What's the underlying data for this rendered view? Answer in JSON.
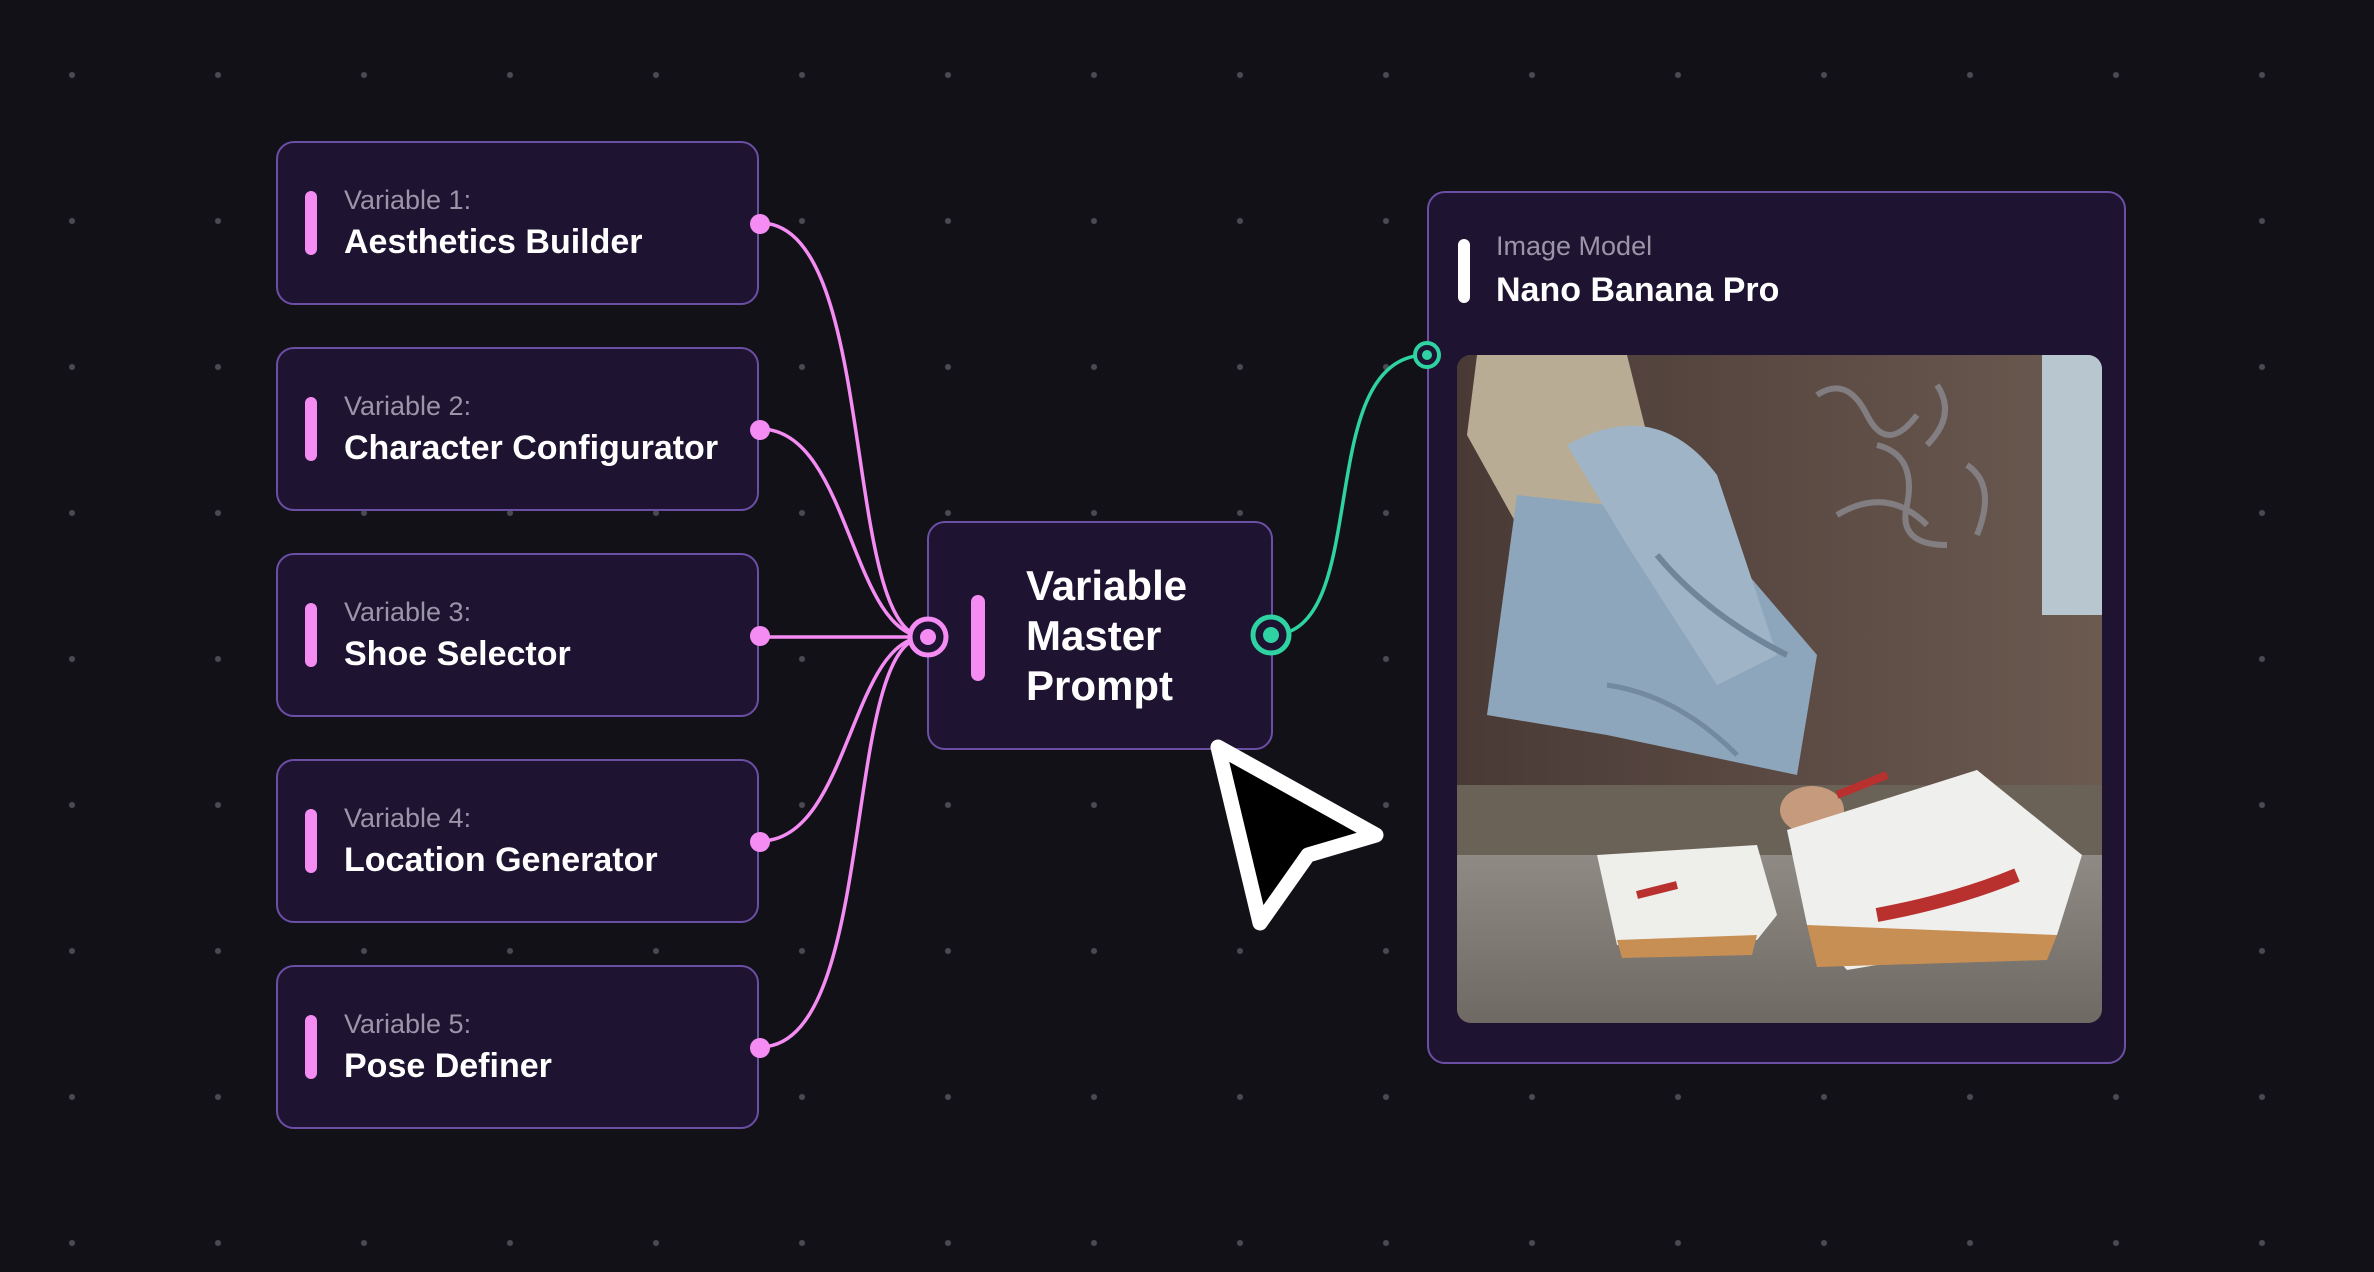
{
  "variables": [
    {
      "label": "Variable 1:",
      "title": "Aesthetics Builder"
    },
    {
      "label": "Variable 2:",
      "title": "Character Configurator"
    },
    {
      "label": "Variable 3:",
      "title": "Shoe Selector"
    },
    {
      "label": "Variable 4:",
      "title": "Location Generator"
    },
    {
      "label": "Variable 5:",
      "title": "Pose Definer"
    }
  ],
  "master": {
    "title_lines": [
      "Variable",
      "Master",
      "Prompt"
    ]
  },
  "model": {
    "label": "Image Model",
    "title": "Nano Banana Pro",
    "image_subject": "person in jeans tying white and red sneakers on a concrete ledge beside a graffiti wall"
  },
  "colors": {
    "background": "#121117",
    "node_fill": "#1e1330",
    "node_border": "#6b4fa4",
    "variable_accent": "#f58cf4",
    "output_accent": "#2fd3a2"
  },
  "icons": [
    "cursor-arrow-icon",
    "output-port-icon",
    "input-port-icon"
  ]
}
